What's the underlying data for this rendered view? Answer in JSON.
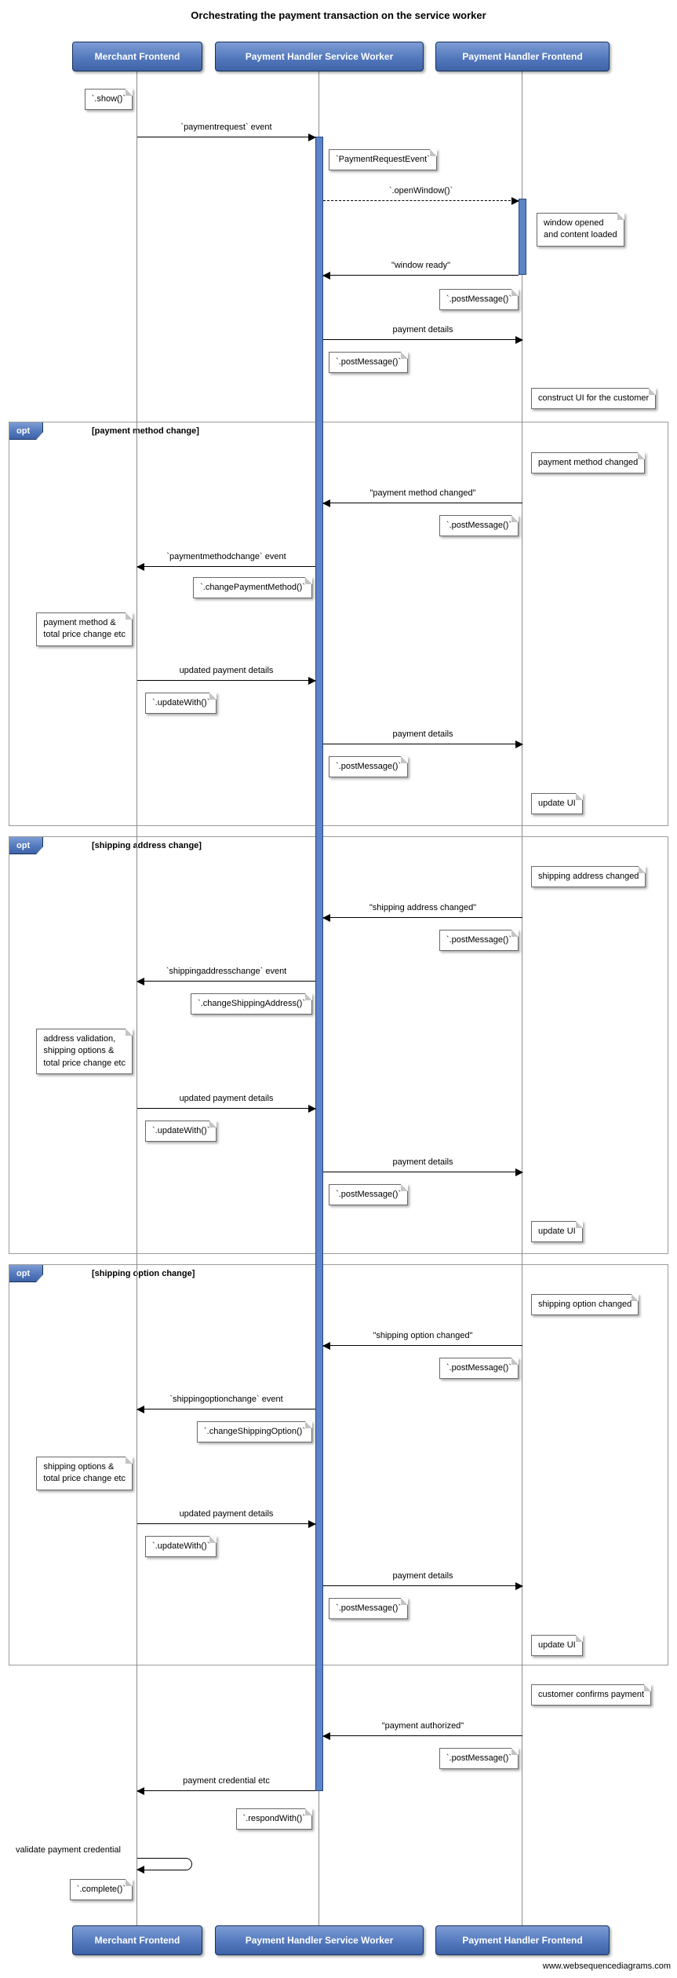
{
  "title": "Orchestrating the payment transaction on the service worker",
  "footer": {
    "url_label": "www.websequencediagrams.com"
  },
  "participants": {
    "merchant": "Merchant Frontend",
    "service_worker": "Payment Handler Service Worker",
    "payment_frontend": "Payment Handler Frontend"
  },
  "fragments": {
    "payment_method": {
      "operator": "opt",
      "condition": "[payment method change]"
    },
    "shipping_address": {
      "operator": "opt",
      "condition": "[shipping address change]"
    },
    "shipping_option": {
      "operator": "opt",
      "condition": "[shipping option change]"
    }
  },
  "messages": {
    "paymentrequest_event": "`paymentrequest` event",
    "open_window": "`.openWindow()`",
    "window_ready": "\"window ready\"",
    "payment_details": "payment details",
    "payment_method_changed": "\"payment method changed\"",
    "paymentmethodchange_event": "`paymentmethodchange` event",
    "updated_payment_details": "updated payment details",
    "shipping_address_changed": "\"shipping address changed\"",
    "shippingaddresschange_event": "`shippingaddresschange` event",
    "shipping_option_changed": "\"shipping option changed\"",
    "shippingoptionchange_event": "`shippingoptionchange` event",
    "payment_authorized": "\"payment authorized\"",
    "payment_credential": "payment credential etc",
    "validate_payment_credential": "validate payment credential"
  },
  "notes": {
    "show": "`.show()`",
    "payment_request_event_obj": "`PaymentRequestEvent`",
    "window_opened": "window opened\nand content loaded",
    "post_message": "`.postMessage()`",
    "construct_ui": "construct UI for the customer",
    "payment_method_changed": "payment method changed",
    "change_payment_method": "`.changePaymentMethod()`",
    "payment_method_total_price": "payment method &\ntotal price change etc",
    "update_with": "`.updateWith()`",
    "update_ui": "update UI",
    "shipping_address_changed": "shipping address changed",
    "change_shipping_address": "`.changeShippingAddress()`",
    "address_validation": "address validation,\nshipping options &\ntotal price change etc",
    "shipping_option_changed": "shipping option changed",
    "change_shipping_option": "`.changeShippingOption()`",
    "shipping_options_total_price": "shipping options &\ntotal price change etc",
    "customer_confirms": "customer confirms payment",
    "respond_with": "`.respondWith()`",
    "complete": "`.complete()`"
  }
}
